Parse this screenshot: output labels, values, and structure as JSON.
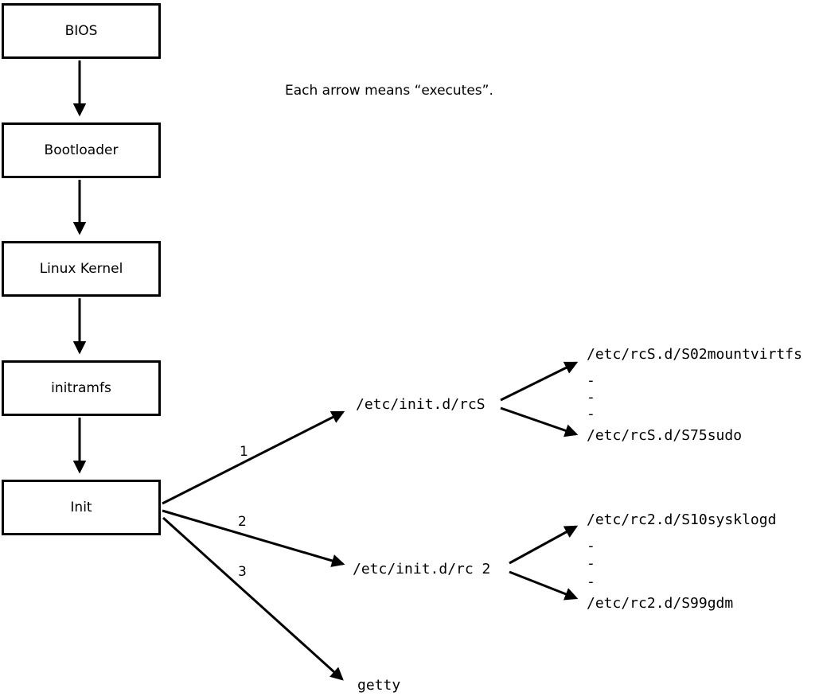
{
  "note": "Each arrow means “executes”.",
  "dash": "-",
  "boxes": [
    {
      "label": "BIOS"
    },
    {
      "label": "Bootloader"
    },
    {
      "label": "Linux Kernel"
    },
    {
      "label": "initramfs"
    },
    {
      "label": "Init"
    }
  ],
  "arrow_labels": {
    "one": "1",
    "two": "2",
    "three": "3"
  },
  "targets": {
    "rcs": "/etc/init.d/rcS",
    "rc2": "/etc/init.d/rc 2",
    "getty": "getty"
  },
  "rcs_children": {
    "first": "/etc/rcS.d/S02mountvirtfs",
    "last": "/etc/rcS.d/S75sudo"
  },
  "rc2_children": {
    "first": "/etc/rc2.d/S10sysklogd",
    "last": "/etc/rc2.d/S99gdm"
  }
}
